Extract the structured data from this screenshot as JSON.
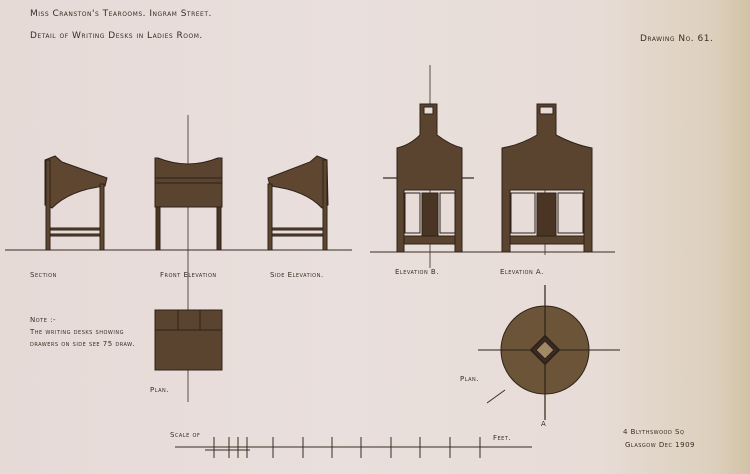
{
  "title": {
    "line1": "Miss Cranston's Tearooms. Ingram Street.",
    "line2": "Detail of Writing Desks in Ladies Room."
  },
  "drawing_number": "Drawing No. 61.",
  "views": {
    "section": "Section",
    "front_elevation": "Front Elevation",
    "side_elevation": "Side Elevation.",
    "elevation_b": "Elevation B.",
    "elevation_a": "Elevation A."
  },
  "plan_labels": {
    "left_plan": "Plan.",
    "right_plan": "Plan.",
    "section_marker": "A"
  },
  "note": {
    "line1": "Note :-",
    "line2": "The writing desks showing",
    "line3": "drawers on side see 75 draw."
  },
  "scale": {
    "label": "Scale of",
    "unit": "Feet."
  },
  "address": {
    "line1": "4 Blythswood Sq",
    "line2": "Glasgow Dec 1909"
  },
  "colors": {
    "paper": "#e7dcd8",
    "ink": "#3a2c22",
    "wash": "#6b5438"
  }
}
